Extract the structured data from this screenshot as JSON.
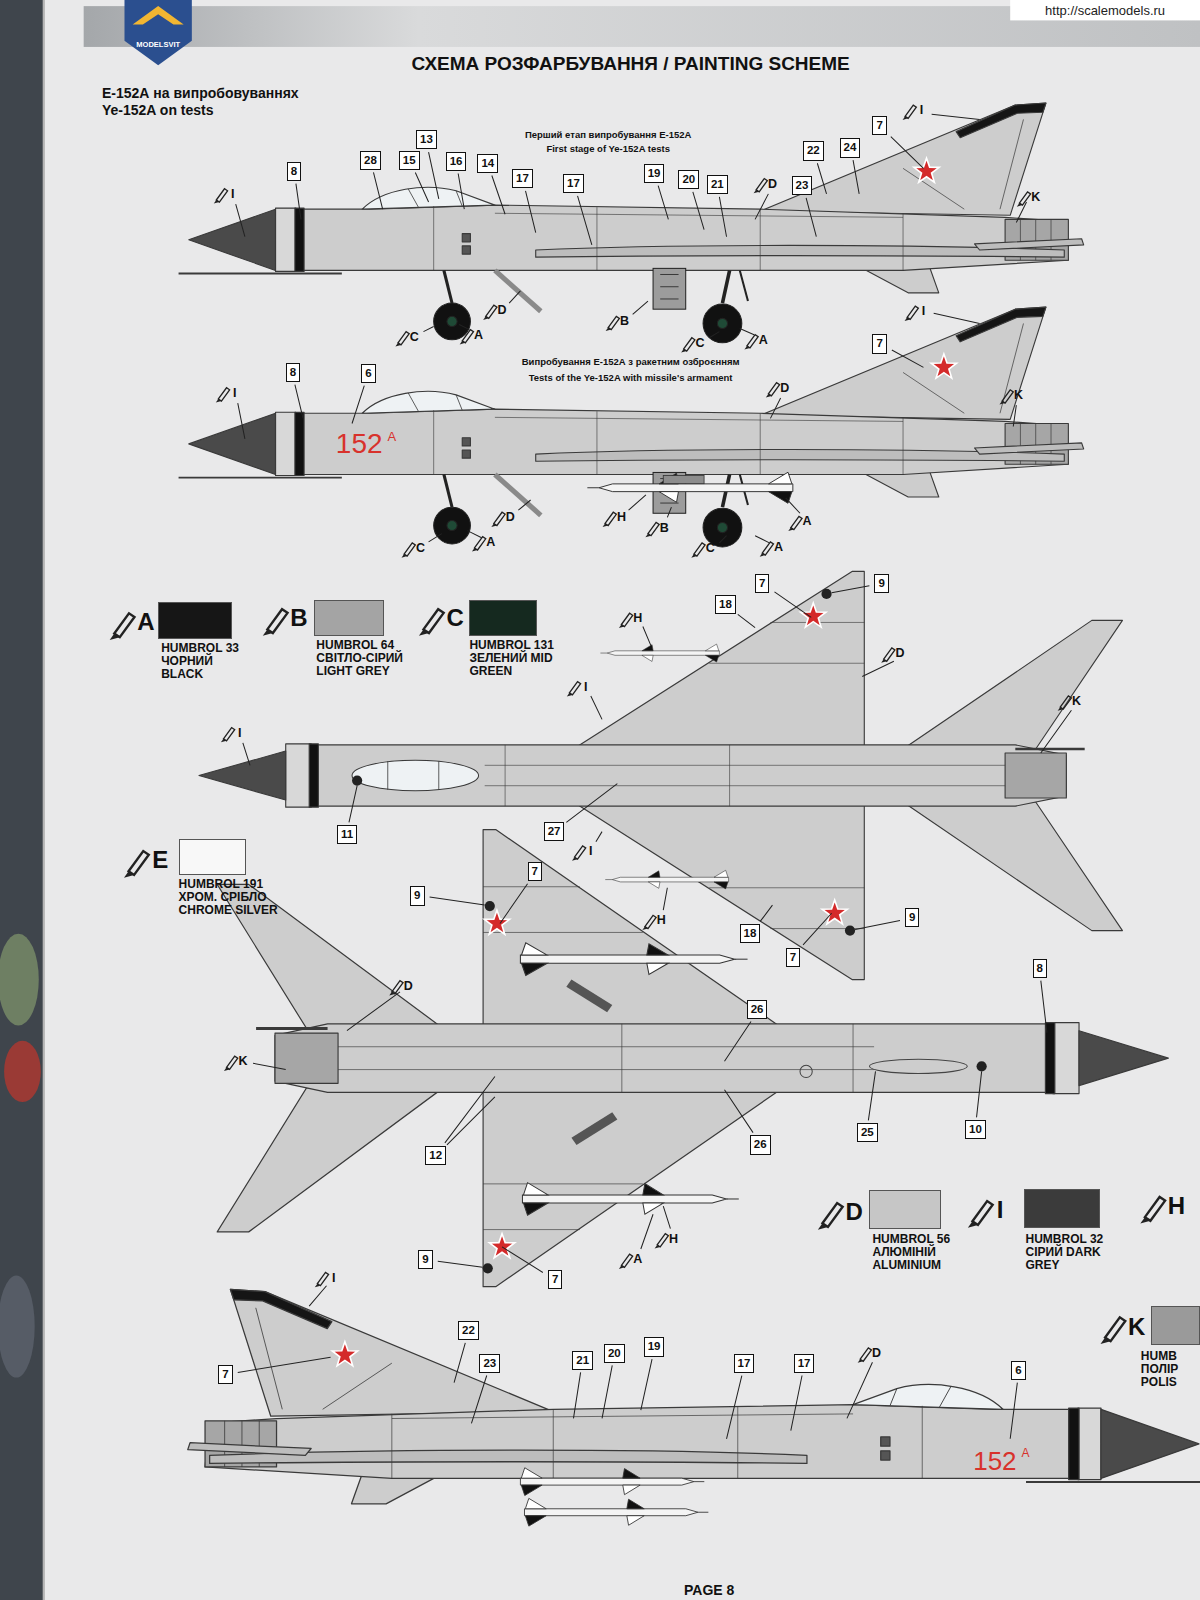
{
  "diagram": {
    "title": "СХЕМА РОЗФАРБУВАННЯ / PAINTING SCHEME",
    "nodes": [
      {
        "text": [
          "13"
        ]
      },
      {
        "text": [
          "7"
        ]
      },
      {
        "text": [
          "28"
        ]
      },
      {
        "text": [
          "15"
        ]
      },
      {
        "text": [
          "16"
        ]
      },
      {
        "text": [
          "14"
        ]
      },
      {
        "text": [
          "22"
        ]
      },
      {
        "text": [
          "24"
        ]
      },
      {
        "text": [
          "8"
        ]
      },
      {
        "text": [
          "17"
        ]
      },
      {
        "text": [
          "17"
        ]
      },
      {
        "text": [
          "19"
        ]
      },
      {
        "text": [
          "20"
        ]
      },
      {
        "text": [
          "21"
        ]
      },
      {
        "text": [
          "23"
        ]
      },
      {
        "text": [
          "7"
        ]
      },
      {
        "text": [
          "8"
        ]
      },
      {
        "text": [
          "6"
        ]
      },
      {
        "text": [
          "7"
        ]
      },
      {
        "text": [
          "9"
        ]
      },
      {
        "text": [
          "18"
        ]
      },
      {
        "text": [
          "27"
        ]
      },
      {
        "text": [
          "11"
        ]
      },
      {
        "text": [
          "9"
        ]
      },
      {
        "text": [
          "18"
        ]
      },
      {
        "text": [
          "7"
        ]
      },
      {
        "text": [
          "7"
        ]
      },
      {
        "text": [
          "9"
        ]
      },
      {
        "text": [
          "8"
        ]
      },
      {
        "text": [
          "26"
        ]
      },
      {
        "text": [
          "10"
        ]
      },
      {
        "text": [
          "25"
        ]
      },
      {
        "text": [
          "26"
        ]
      },
      {
        "text": [
          "12"
        ]
      },
      {
        "text": [
          "9"
        ]
      },
      {
        "text": [
          "7"
        ]
      },
      {
        "text": [
          "22"
        ]
      },
      {
        "text": [
          "19"
        ]
      },
      {
        "text": [
          "20"
        ]
      },
      {
        "text": [
          "7"
        ]
      },
      {
        "text": [
          "21"
        ]
      },
      {
        "text": [
          "23"
        ]
      },
      {
        "text": [
          "17"
        ]
      },
      {
        "text": [
          "17"
        ]
      },
      {
        "text": [
          "6"
        ]
      }
    ],
    "labels": [
      "http://scalemodels.ru",
      "MODELSVIT",
      "Е-152А на випробовуваннях",
      "Ye-152A on tests",
      "Перший етап випробування Е-152А",
      "First stage of Ye-152A tests",
      "Випробування Е-152А з ракетним озброєнням",
      "Tests of the Ye-152A with missile's armament",
      "152",
      "A",
      "A",
      "B",
      "C",
      "E",
      "D",
      "I",
      "H",
      "K",
      "I",
      "I",
      "D",
      "K",
      "D",
      "C",
      "A",
      "B",
      "C",
      "A",
      "I",
      "I",
      "D",
      "K",
      "D",
      "H",
      "B",
      "A",
      "C",
      "A",
      "C",
      "A",
      "H",
      "D",
      "I",
      "K",
      "I",
      "I",
      "H",
      "D",
      "K",
      "A",
      "H",
      "I",
      "D",
      "152",
      "A",
      "PAGE 8"
    ],
    "legend": [
      {
        "text": "HUMBROL 33 ЧОРНИЙ BLACK",
        "color": "#161616"
      },
      {
        "text": "HUMBROL 64 СВІТЛО-СІРИЙ LIGHT GREY",
        "color": "#a4a4a4"
      },
      {
        "text": "HUMBROL 131 ЗЕЛЕНИЙ MID GREEN",
        "color": "#15291f"
      },
      {
        "text": "HUMBROL 191 ХРОМ. СРІБЛО CHROME SILVER",
        "color": "#f8f8f8"
      },
      {
        "text": "HUMBROL 56 АЛЮМІНІЙ ALUMINIUM",
        "color": "#c6c6c6"
      },
      {
        "text": "HUMBROL 32 СІРИЙ DARK GREY",
        "color": "#3b3b3b"
      },
      {
        "text": "HUMB ПОЛІР POLIS",
        "color": "#9a9a9a"
      }
    ]
  }
}
